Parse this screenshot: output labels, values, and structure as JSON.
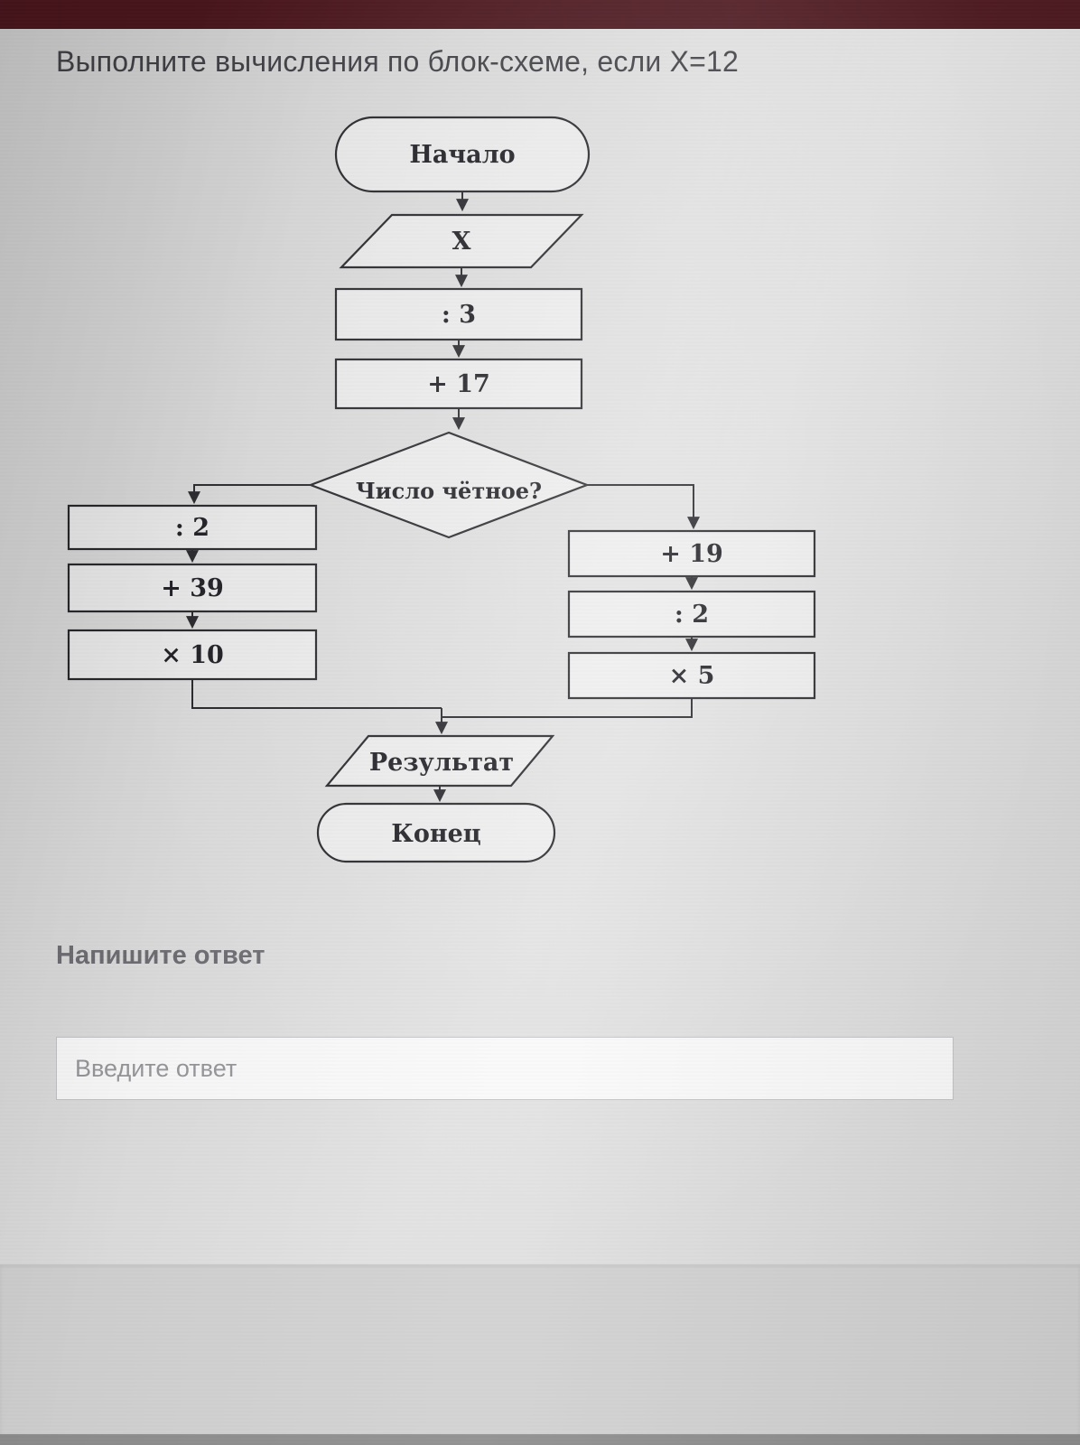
{
  "question": {
    "title": "Выполните вычисления по блок-схеме, если X=12"
  },
  "flowchart": {
    "start_label": "Начало",
    "input_label": "X",
    "step_div3": ": 3",
    "step_add17": "+ 17",
    "decision_label": "Число чётное?",
    "left_branch": {
      "step1": ": 2",
      "step2": "+ 39",
      "step3": "× 10"
    },
    "right_branch": {
      "step1": "+ 19",
      "step2": ": 2",
      "step3": "× 5"
    },
    "output_label": "Результат",
    "end_label": "Конец"
  },
  "answer": {
    "label": "Напишите ответ",
    "placeholder": "Введите ответ"
  },
  "colors": {
    "top_bar": "#4a151c",
    "flowchart_stroke": "#26262b",
    "background": "#dbdbdb"
  }
}
